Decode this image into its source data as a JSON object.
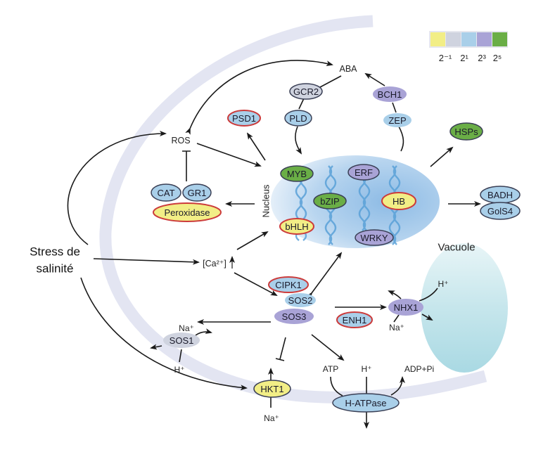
{
  "title": "Stress de salinité signaling network",
  "colors": {
    "yellow": "#f2ee86",
    "grey": "#cfd3df",
    "lightblue": "#a9cfe9",
    "purple": "#a9a3d6",
    "green": "#6aae46",
    "red_outline": "#cc3b3b",
    "dark_outline": "#3a3f55",
    "membrane": "#e4e6f3",
    "nucleus": "#b7d4ee",
    "vacuole": "#bfe3ea"
  },
  "legend": {
    "labels": [
      "2⁻¹",
      "2¹",
      "2³",
      "2⁵"
    ],
    "swatches": [
      "yellow",
      "grey",
      "lightblue",
      "purple",
      "green"
    ]
  },
  "labels": {
    "stress": [
      "Stress de",
      "salinité"
    ],
    "aba": "ABA",
    "ros": "ROS",
    "calcium": "[Ca²⁺]",
    "nucleus": "Nucleus",
    "vacuole": "Vacuole",
    "atp": "ATP",
    "h_atp": "H⁺",
    "adp": "ADP+Pi",
    "na_sos1": "Na⁺",
    "h_sos1": "H⁺",
    "na_hkt1": "Na⁺",
    "h_nhx1": "H⁺",
    "na_nhx1": "Na⁺"
  },
  "nodes": {
    "gcr2": {
      "label": "GCR2",
      "color": "grey",
      "outline": "dark"
    },
    "pld": {
      "label": "PLD",
      "color": "lightblue",
      "outline": "dark"
    },
    "bch1": {
      "label": "BCH1",
      "color": "purple",
      "outline": "none"
    },
    "zep": {
      "label": "ZEP",
      "color": "lightblue",
      "outline": "none"
    },
    "psd1": {
      "label": "PSD1",
      "color": "lightblue",
      "outline": "red"
    },
    "hsps": {
      "label": "HSPs",
      "color": "green",
      "outline": "dark"
    },
    "cat": {
      "label": "CAT",
      "color": "lightblue",
      "outline": "dark"
    },
    "gr1": {
      "label": "GR1",
      "color": "lightblue",
      "outline": "dark"
    },
    "peroxidase": {
      "label": "Peroxidase",
      "color": "yellow",
      "outline": "red"
    },
    "myb": {
      "label": "MYB",
      "color": "green",
      "outline": "dark"
    },
    "bzip": {
      "label": "bZIP",
      "color": "green",
      "outline": "dark"
    },
    "erf": {
      "label": "ERF",
      "color": "purple",
      "outline": "dark"
    },
    "hb": {
      "label": "HB",
      "color": "yellow",
      "outline": "red"
    },
    "bhlh": {
      "label": "bHLH",
      "color": "yellow",
      "outline": "red"
    },
    "wrky": {
      "label": "WRKY",
      "color": "purple",
      "outline": "dark"
    },
    "badh": {
      "label": "BADH",
      "color": "lightblue",
      "outline": "dark"
    },
    "gols4": {
      "label": "GolS4",
      "color": "lightblue",
      "outline": "dark"
    },
    "cipk1": {
      "label": "CIPK1",
      "color": "lightblue",
      "outline": "red"
    },
    "sos2": {
      "label": "SOS2",
      "color": "lightblue",
      "outline": "none"
    },
    "sos3": {
      "label": "SOS3",
      "color": "purple",
      "outline": "none"
    },
    "enh1": {
      "label": "ENH1",
      "color": "lightblue",
      "outline": "red"
    },
    "nhx1": {
      "label": "NHX1",
      "color": "purple",
      "outline": "none"
    },
    "sos1": {
      "label": "SOS1",
      "color": "grey",
      "outline": "none"
    },
    "hkt1": {
      "label": "HKT1",
      "color": "yellow",
      "outline": "dark"
    },
    "hatpase": {
      "label": "H-ATPase",
      "color": "lightblue",
      "outline": "dark"
    }
  }
}
